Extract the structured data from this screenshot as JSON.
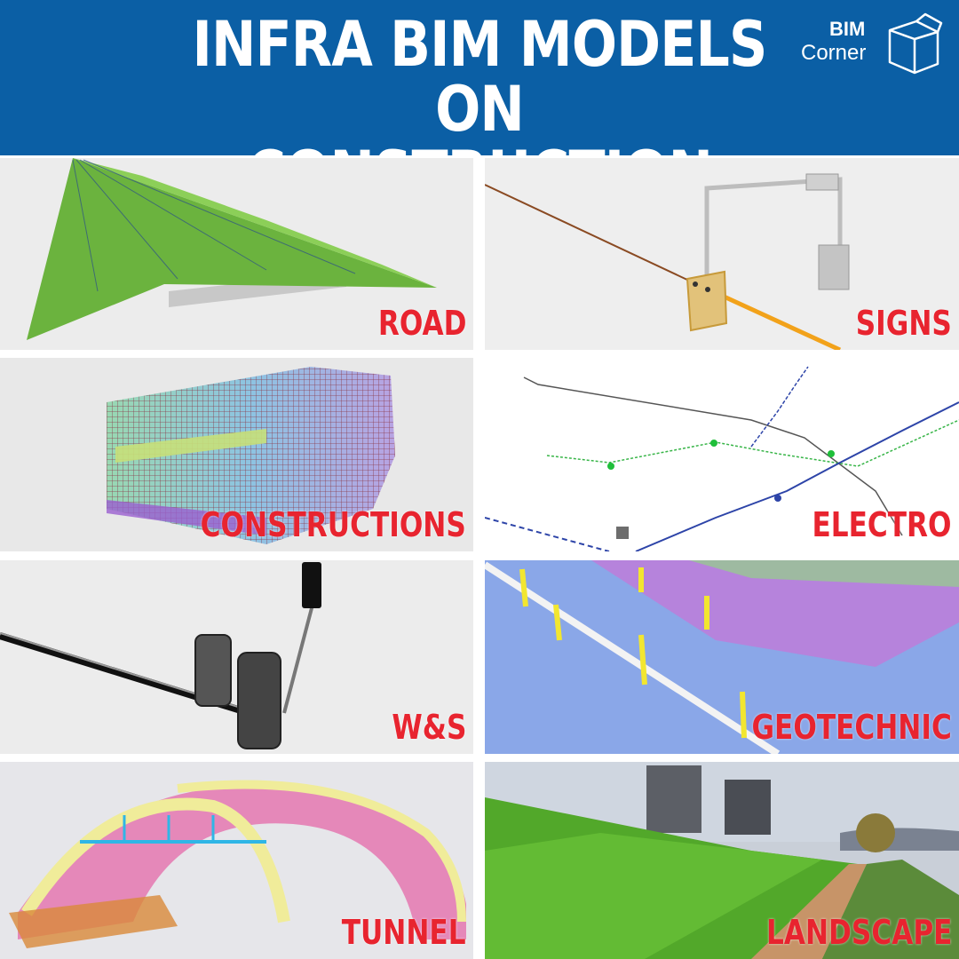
{
  "header": {
    "title_line1": "INFRA BIM MODELS ON",
    "title_line2": "CONSTRUCTION SITE",
    "logo_top": "BIM",
    "logo_bottom": "Corner"
  },
  "tiles": [
    {
      "label": "ROAD"
    },
    {
      "label": "SIGNS"
    },
    {
      "label": "CONSTRUCTIONS"
    },
    {
      "label": "ELECTRO"
    },
    {
      "label": "W&S"
    },
    {
      "label": "GEOTECHNIC"
    },
    {
      "label": "TUNNEL"
    },
    {
      "label": "LANDSCAPE"
    }
  ],
  "colors": {
    "header_bg": "#0b5fa5",
    "label_red": "#e8242f"
  }
}
